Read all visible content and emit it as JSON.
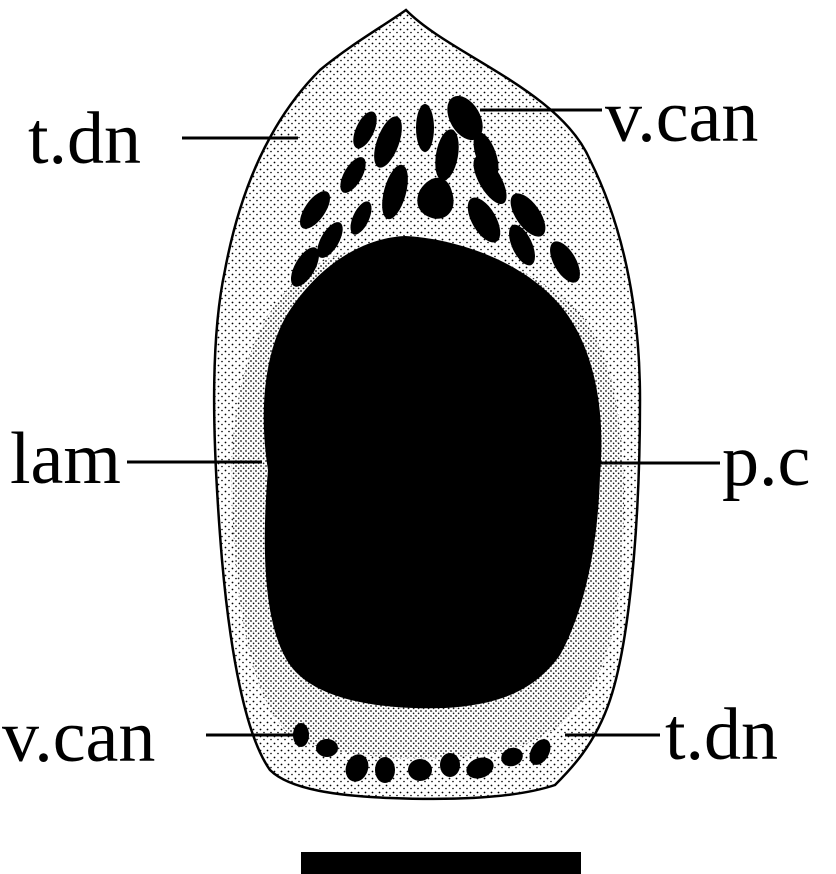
{
  "figure": {
    "labels": {
      "top_left": "t.dn",
      "top_right": "v.can",
      "mid_left": "lam",
      "mid_right": "p.c",
      "bottom_left": "v.can",
      "bottom_right": "t.dn"
    },
    "colors": {
      "ink": "#000000",
      "background": "#ffffff",
      "tissue_fill": "#efefef"
    }
  }
}
